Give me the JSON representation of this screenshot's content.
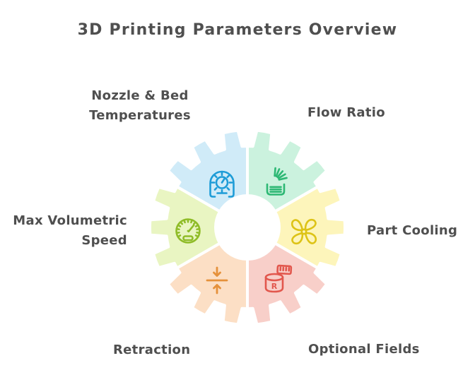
{
  "title": "3D Printing Parameters Overview",
  "colors": {
    "background": "#ffffff",
    "text": "#4f4f4f",
    "divider": "#ffffff"
  },
  "gear": {
    "segment_count": 6,
    "teeth_per_segment": 3,
    "has_center_hole": true
  },
  "segments": [
    {
      "label": "Nozzle & Bed Temperatures",
      "fill": "#d0ebf8",
      "icon_color": "#1e9cd7",
      "icon": "heated-chamber-temperature-icon"
    },
    {
      "label": "Flow Ratio",
      "fill": "#cbf2de",
      "icon_color": "#2db874",
      "icon": "flow-lines-icon"
    },
    {
      "label": "Part Cooling",
      "fill": "#fdf5bb",
      "icon_color": "#ddc316",
      "icon": "fan-icon"
    },
    {
      "label": "Optional Fields",
      "fill": "#f8cfc9",
      "icon_color": "#e2574d",
      "icon": "database-r-icon"
    },
    {
      "label": "Retraction",
      "fill": "#fcdfc5",
      "icon_color": "#e5913b",
      "icon": "compress-arrows-icon"
    },
    {
      "label": "Max Volumetric Speed",
      "fill": "#e9f5c2",
      "icon_color": "#8fbc28",
      "icon": "speedometer-icon"
    }
  ]
}
